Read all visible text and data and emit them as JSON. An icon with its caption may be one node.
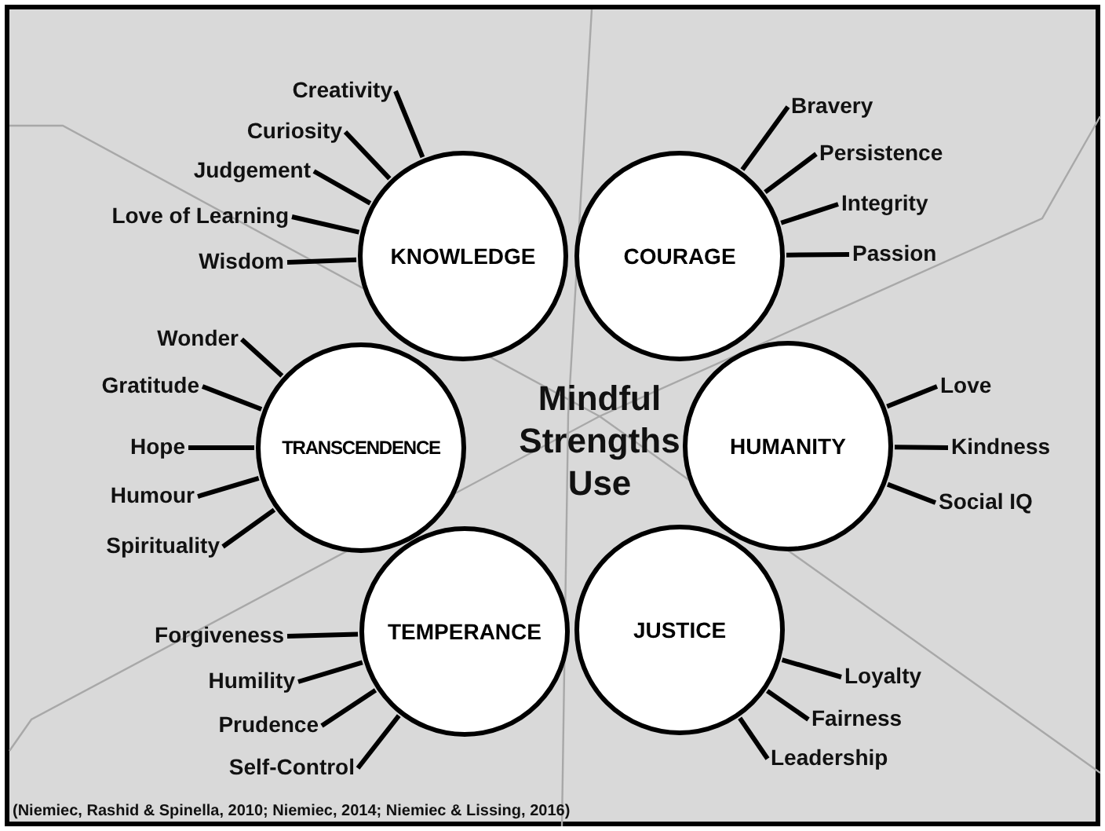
{
  "diagram": {
    "nodes": [
      {
        "text": [
          "KNOWLEDGE"
        ]
      },
      {
        "text": [
          "COURAGE"
        ]
      },
      {
        "text": [
          "TRANSCENDENCE"
        ]
      },
      {
        "text": [
          "HUMANITY"
        ]
      },
      {
        "text": [
          "TEMPERANCE"
        ]
      },
      {
        "text": [
          "JUSTICE"
        ]
      },
      {
        "text": [
          "Creativity"
        ]
      },
      {
        "text": [
          "Curiosity"
        ]
      },
      {
        "text": [
          "Judgement"
        ]
      },
      {
        "text": [
          "Love of Learning"
        ]
      },
      {
        "text": [
          "Wisdom"
        ]
      },
      {
        "text": [
          "Bravery"
        ]
      },
      {
        "text": [
          "Persistence"
        ]
      },
      {
        "text": [
          "Integrity"
        ]
      },
      {
        "text": [
          "Passion"
        ]
      },
      {
        "text": [
          "Wonder"
        ]
      },
      {
        "text": [
          "Gratitude"
        ]
      },
      {
        "text": [
          "Hope"
        ]
      },
      {
        "text": [
          "Humour"
        ]
      },
      {
        "text": [
          "Spirituality"
        ]
      },
      {
        "text": [
          "Love"
        ]
      },
      {
        "text": [
          "Kindness"
        ]
      },
      {
        "text": [
          "Social IQ"
        ]
      },
      {
        "text": [
          "Forgiveness"
        ]
      },
      {
        "text": [
          "Humility"
        ]
      },
      {
        "text": [
          "Prudence"
        ]
      },
      {
        "text": [
          "Self-Control"
        ]
      },
      {
        "text": [
          "Loyalty"
        ]
      },
      {
        "text": [
          "Fairness"
        ]
      },
      {
        "text": [
          "Leadership"
        ]
      }
    ],
    "edges": [
      {
        "from": 6,
        "to": 0,
        "arrow": "none"
      },
      {
        "from": 7,
        "to": 0,
        "arrow": "none"
      },
      {
        "from": 8,
        "to": 0,
        "arrow": "none"
      },
      {
        "from": 9,
        "to": 0,
        "arrow": "none"
      },
      {
        "from": 10,
        "to": 0,
        "arrow": "none"
      },
      {
        "from": 11,
        "to": 1,
        "arrow": "none"
      },
      {
        "from": 12,
        "to": 1,
        "arrow": "none"
      },
      {
        "from": 13,
        "to": 1,
        "arrow": "none"
      },
      {
        "from": 14,
        "to": 1,
        "arrow": "none"
      },
      {
        "from": 15,
        "to": 2,
        "arrow": "none"
      },
      {
        "from": 16,
        "to": 2,
        "arrow": "none"
      },
      {
        "from": 17,
        "to": 2,
        "arrow": "none"
      },
      {
        "from": 18,
        "to": 2,
        "arrow": "none"
      },
      {
        "from": 19,
        "to": 2,
        "arrow": "none"
      },
      {
        "from": 20,
        "to": 3,
        "arrow": "none"
      },
      {
        "from": 21,
        "to": 3,
        "arrow": "none"
      },
      {
        "from": 22,
        "to": 3,
        "arrow": "none"
      },
      {
        "from": 23,
        "to": 4,
        "arrow": "none"
      },
      {
        "from": 24,
        "to": 4,
        "arrow": "none"
      },
      {
        "from": 25,
        "to": 4,
        "arrow": "none"
      },
      {
        "from": 26,
        "to": 4,
        "arrow": "none"
      },
      {
        "from": 27,
        "to": 5,
        "arrow": "none"
      },
      {
        "from": 28,
        "to": 5,
        "arrow": "none"
      },
      {
        "from": 29,
        "to": 5,
        "arrow": "none"
      }
    ],
    "labels": [
      "Mindful Strengths Use",
      "(Niemiec, Rashid & Spinella, 2010; Niemiec, 2014; Niemiec & Lissing, 2016)"
    ]
  }
}
